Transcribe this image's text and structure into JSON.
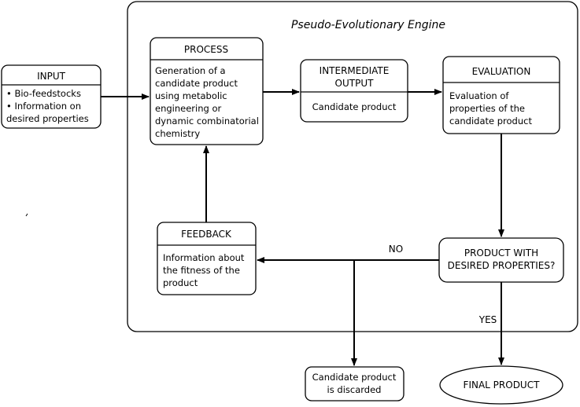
{
  "engine": {
    "title": "Pseudo-Evolutionary Engine"
  },
  "input": {
    "title": "INPUT",
    "items": [
      "• Bio-feedstocks",
      "• Information on",
      "desired properties"
    ]
  },
  "process": {
    "title": "PROCESS",
    "lines": [
      "Generation of a",
      "candidate product",
      "using metabolic",
      "engineering or",
      "dynamic combinatorial",
      "chemistry"
    ]
  },
  "intermediate": {
    "title_lines": [
      "INTERMEDIATE",
      "OUTPUT"
    ],
    "body": "Candidate product"
  },
  "evaluation": {
    "title": "EVALUATION",
    "lines": [
      "Evaluation of",
      "properties of the",
      "candidate product"
    ]
  },
  "feedback": {
    "title": "FEEDBACK",
    "lines": [
      "Information about",
      "the fitness of the",
      "product"
    ]
  },
  "decision": {
    "lines": [
      "PRODUCT WITH",
      "DESIRED PROPERTIES?"
    ]
  },
  "discarded": {
    "lines": [
      "Candidate product",
      "is discarded"
    ]
  },
  "final": {
    "label": "FINAL PRODUCT"
  },
  "edges": {
    "no": "NO",
    "yes": "YES"
  }
}
